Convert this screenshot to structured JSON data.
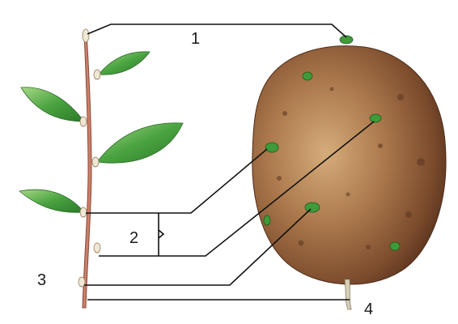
{
  "labels": {
    "one": "1",
    "two": "2",
    "three": "3",
    "four": "4"
  },
  "colors": {
    "stem": "#c9806a",
    "leaf": "#3f9a3a",
    "leaf_light": "#8ccb6a",
    "bud": "#e9e2cc",
    "tuber": "#8a5a3a",
    "tuber_dark": "#5a3520",
    "tuber_light": "#c89a6a",
    "eye_sprout": "#2f8a2a",
    "line": "#111111"
  }
}
